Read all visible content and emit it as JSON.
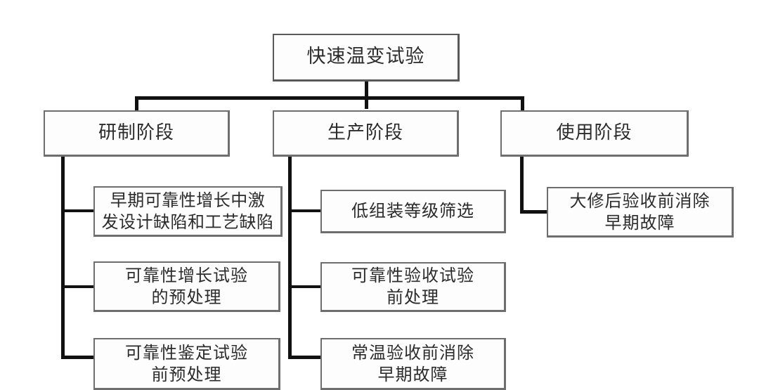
{
  "diagram": {
    "type": "tree",
    "title": "快速温变试验",
    "root": {
      "label": "快速温变试验"
    },
    "level2": [
      {
        "label": "研制阶段"
      },
      {
        "label": "生产阶段"
      },
      {
        "label": "使用阶段"
      }
    ],
    "branches": {
      "development": {
        "parent": "研制阶段",
        "leaves": [
          {
            "label": "早期可靠性增长中激\n发设计缺陷和工艺缺陷"
          },
          {
            "label": "可靠性增长试验\n的预处理"
          },
          {
            "label": "可靠性鉴定试验\n前预处理"
          }
        ]
      },
      "production": {
        "parent": "生产阶段",
        "leaves": [
          {
            "label": "低组装等级筛选"
          },
          {
            "label": "可靠性验收试验\n前处理"
          },
          {
            "label": "常温验收前消除\n早期故障"
          }
        ]
      },
      "usage": {
        "parent": "使用阶段",
        "leaves": [
          {
            "label": "大修后验收前消除\n早期故障"
          }
        ]
      }
    },
    "colors": {
      "box_border": "#6e6e6e",
      "connector": "#111111",
      "text": "#2b2b2b",
      "background": "#ffffff"
    }
  }
}
